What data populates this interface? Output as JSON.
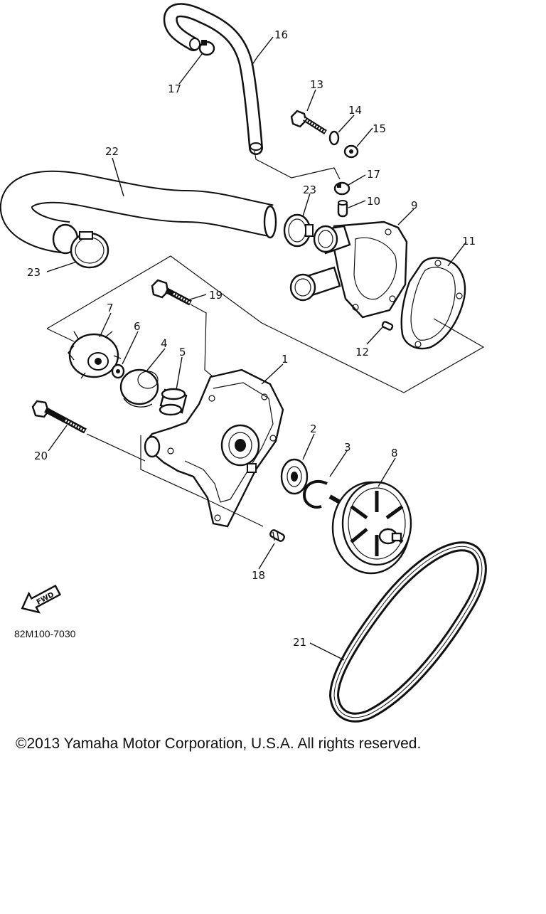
{
  "diagram": {
    "callouts": {
      "c1": "1",
      "c2": "2",
      "c3": "3",
      "c4": "4",
      "c5": "5",
      "c6": "6",
      "c7": "7",
      "c8": "8",
      "c9": "9",
      "c10": "10",
      "c11": "11",
      "c12": "12",
      "c13": "13",
      "c14": "14",
      "c15": "15",
      "c16": "16",
      "c17a": "17",
      "c17b": "17",
      "c18": "18",
      "c19": "19",
      "c20": "20",
      "c21": "21",
      "c22": "22",
      "c23a": "23",
      "c23b": "23"
    },
    "fwd_label": "FWD",
    "drawing_code": "82M100-7030"
  },
  "copyright": "©2013 Yamaha Motor Corporation, U.S.A. All rights reserved."
}
